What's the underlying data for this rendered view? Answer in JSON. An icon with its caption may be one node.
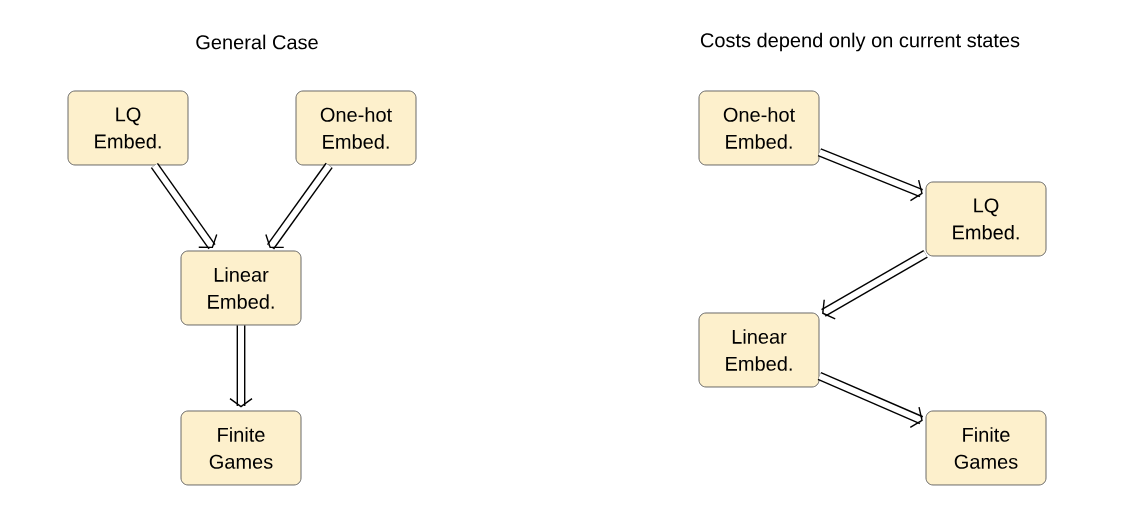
{
  "diagram": {
    "nodes": [
      {
        "text": [
          "LQ Embed."
        ]
      },
      {
        "text": [
          "One-hot Embed."
        ]
      },
      {
        "text": [
          "Linear Embed."
        ]
      },
      {
        "text": [
          "Finite Games"
        ]
      },
      {
        "text": [
          "One-hot Embed."
        ]
      },
      {
        "text": [
          "LQ Embed."
        ]
      },
      {
        "text": [
          "Linear Embed."
        ]
      },
      {
        "text": [
          "Finite Games"
        ]
      }
    ],
    "edges": [
      {
        "from": 0,
        "to": 2,
        "arrow": "to"
      },
      {
        "from": 1,
        "to": 2,
        "arrow": "to"
      },
      {
        "from": 2,
        "to": 3,
        "arrow": "to"
      },
      {
        "from": 4,
        "to": 5,
        "arrow": "to"
      },
      {
        "from": 5,
        "to": 6,
        "arrow": "to"
      },
      {
        "from": 6,
        "to": 7,
        "arrow": "to"
      }
    ],
    "labels": [
      "General Case",
      "Costs depend only on current states"
    ]
  }
}
